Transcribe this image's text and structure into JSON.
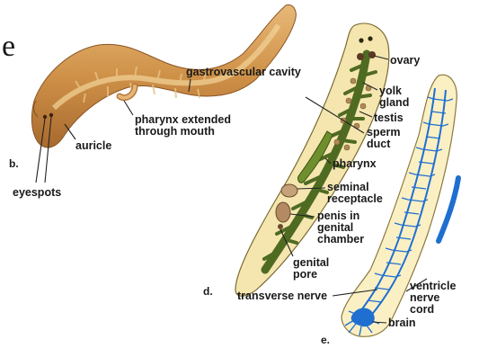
{
  "figure": {
    "edge_glyph": "e",
    "panels": {
      "b": "b.",
      "d": "d.",
      "e": "e."
    },
    "labels": {
      "gastrovascular_cavity": "gastrovascular cavity",
      "pharynx_extended_line1": "pharynx extended",
      "pharynx_extended_line2": "through mouth",
      "auricle": "auricle",
      "eyespots": "eyespots",
      "ovary": "ovary",
      "yolk_gland_line1": "yolk",
      "yolk_gland_line2": "gland",
      "testis": "testis",
      "sperm_duct_line1": "sperm",
      "sperm_duct_line2": "duct",
      "pharynx": "pharynx",
      "seminal_receptacle_line1": "seminal",
      "seminal_receptacle_line2": "receptacle",
      "penis_line1": "penis in",
      "penis_line2": "genital",
      "penis_line3": "chamber",
      "genital_pore_line1": "genital",
      "genital_pore_line2": "pore",
      "transverse_nerve": "transverse nerve",
      "ventricle_nerve_cord_line1": "ventricle",
      "ventricle_nerve_cord_line2": "nerve",
      "ventricle_nerve_cord_line3": "cord",
      "brain": "brain"
    },
    "colors": {
      "flatworm_body": "#d9a05a",
      "reproductive_body": "#f5e6b0",
      "gut_green": "#4f6b22",
      "nerve_blue": "#1f6fd1",
      "nervous_body": "#fbf0c4"
    }
  }
}
